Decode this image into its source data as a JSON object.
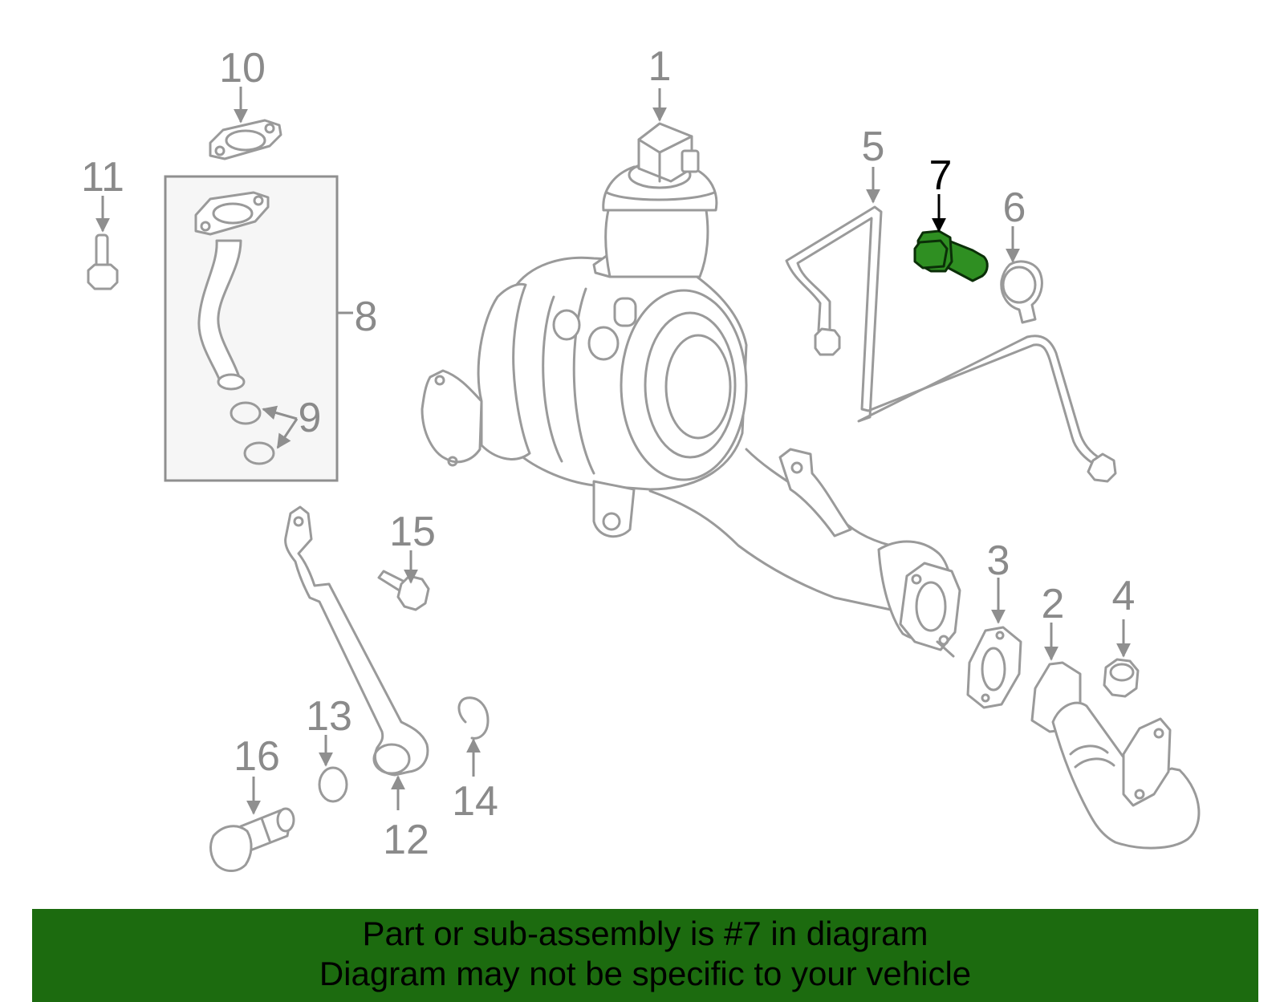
{
  "callouts": [
    {
      "id": "1",
      "label": "1"
    },
    {
      "id": "2",
      "label": "2"
    },
    {
      "id": "3",
      "label": "3"
    },
    {
      "id": "4",
      "label": "4"
    },
    {
      "id": "5",
      "label": "5"
    },
    {
      "id": "6",
      "label": "6"
    },
    {
      "id": "7",
      "label": "7"
    },
    {
      "id": "8",
      "label": "8"
    },
    {
      "id": "9",
      "label": "9"
    },
    {
      "id": "10",
      "label": "10"
    },
    {
      "id": "11",
      "label": "11"
    },
    {
      "id": "12",
      "label": "12"
    },
    {
      "id": "13",
      "label": "13"
    },
    {
      "id": "14",
      "label": "14"
    },
    {
      "id": "15",
      "label": "15"
    },
    {
      "id": "16",
      "label": "16"
    }
  ],
  "highlight": {
    "part": "7",
    "color": "#2f8f22"
  },
  "colors": {
    "banner": "#1c6b0f",
    "line_art": "#9a9a9a",
    "box_fill": "#f6f6f6"
  },
  "banner": {
    "line1": "Part or sub-assembly is #7 in diagram",
    "line2": "Diagram may not be specific to your vehicle"
  }
}
